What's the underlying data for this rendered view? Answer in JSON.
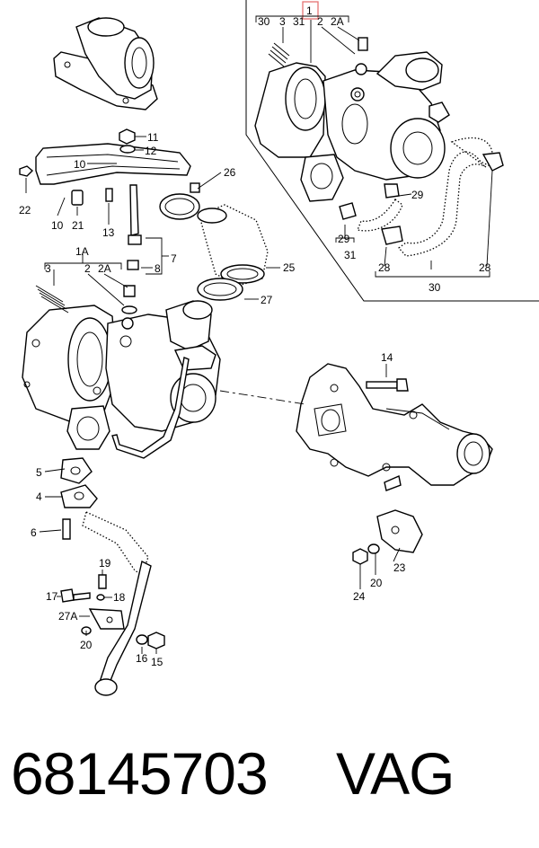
{
  "callouts": {
    "c1": "1",
    "c30_top": "30",
    "c3_top": "3",
    "c31_top": "31",
    "c2_top": "2",
    "c2A_top": "2A",
    "c11": "11",
    "c12": "12",
    "c10a": "10",
    "c22": "22",
    "c10b": "10",
    "c21": "21",
    "c13": "13",
    "c26": "26",
    "c7": "7",
    "c8": "8",
    "c25": "25",
    "c27": "27",
    "c1A": "1A",
    "c3_mid": "3",
    "c2_mid": "2",
    "c2A_mid": "2A",
    "c29": "29",
    "c29b": "29",
    "c31b": "31",
    "c28a": "28",
    "c30b": "30",
    "c28b": "28",
    "c14": "14",
    "c5": "5",
    "c4": "4",
    "c6": "6",
    "c19": "19",
    "c17": "17",
    "c18": "18",
    "c27A": "27A",
    "c20a": "20",
    "c16": "16",
    "c15": "15",
    "c23": "23",
    "c20b": "20",
    "c24": "24"
  },
  "caption": {
    "part_number": "68145703",
    "brand": "VAG"
  },
  "colors": {
    "ink": "#000000",
    "paper": "#ffffff",
    "highlight": "#e57373"
  }
}
